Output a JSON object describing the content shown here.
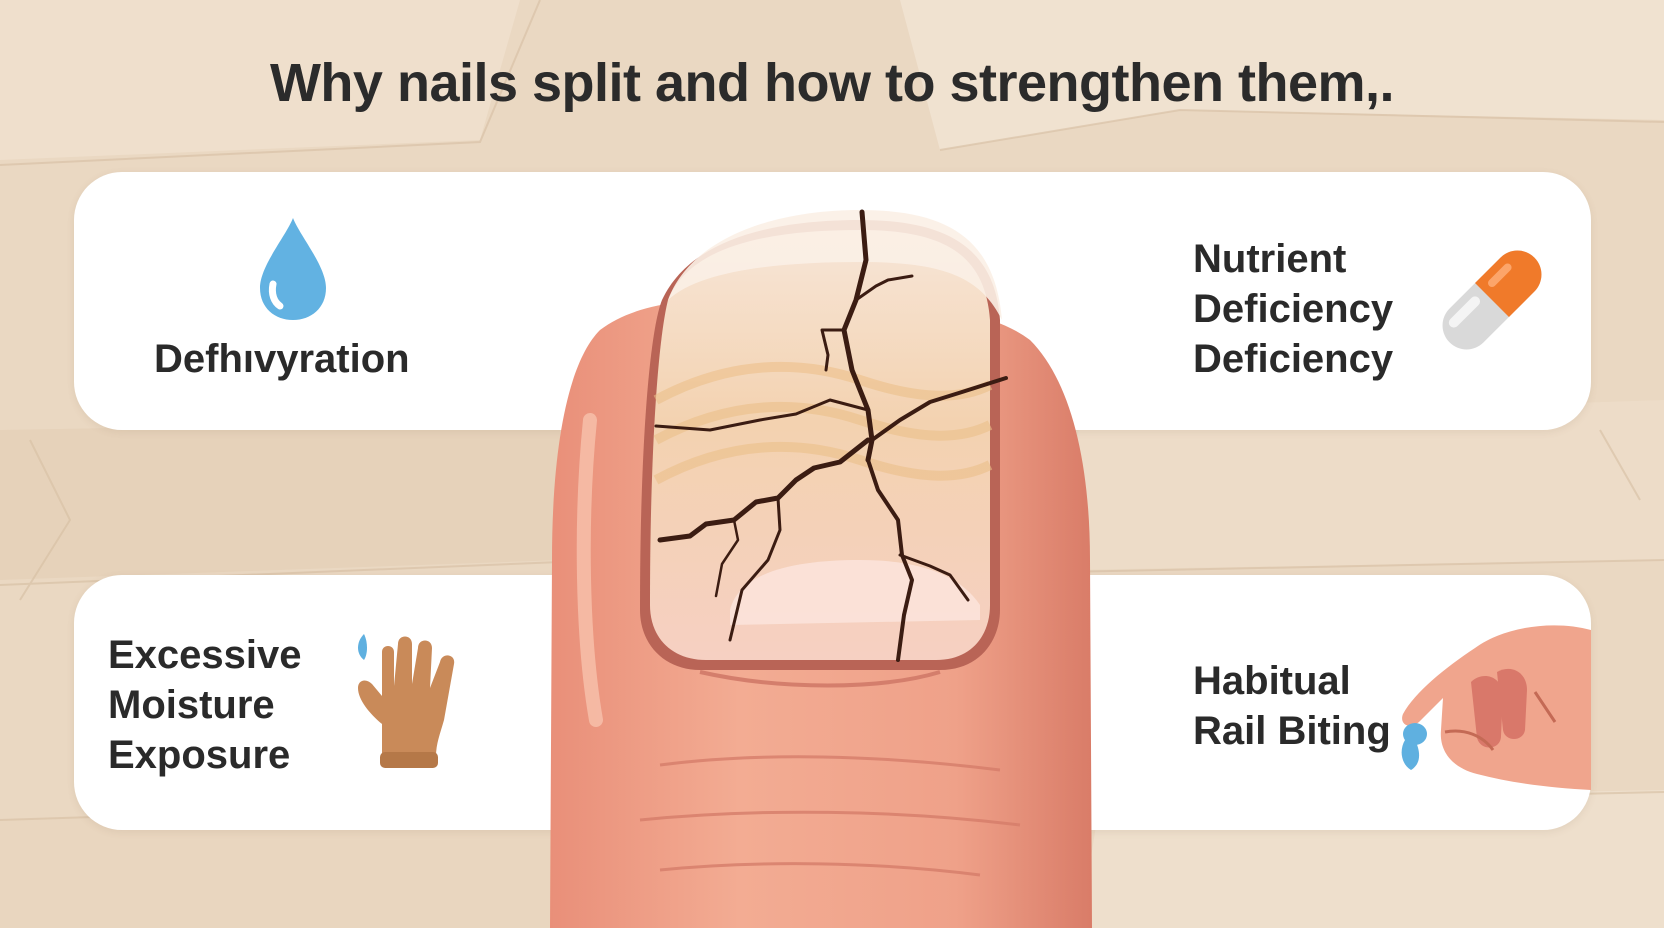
{
  "title": "Why nails split  and how to strengthen them,.",
  "causes": {
    "dehydration": {
      "label": "Defhıvyration",
      "icon": "water-drop-icon"
    },
    "nutrient": {
      "lines": [
        "Nutrient",
        "Deficiency",
        "Deficiency"
      ],
      "icon": "capsule-icon"
    },
    "moisture": {
      "lines": [
        "Excessive",
        "Moisture",
        "Exposure"
      ],
      "icon": "glove-icon"
    },
    "biting": {
      "lines": [
        "Habitual",
        "Rail Biting"
      ],
      "icon": "hand-pinch-icon"
    }
  },
  "colors": {
    "background": "#ead9c4",
    "card": "#ffffff",
    "skin": "#eea58c",
    "nail": "#f6d3bf",
    "crack": "#3b1c12",
    "drop": "#5fb0e0",
    "capsule_orange": "#f07a2a",
    "glove": "#c98a59"
  }
}
